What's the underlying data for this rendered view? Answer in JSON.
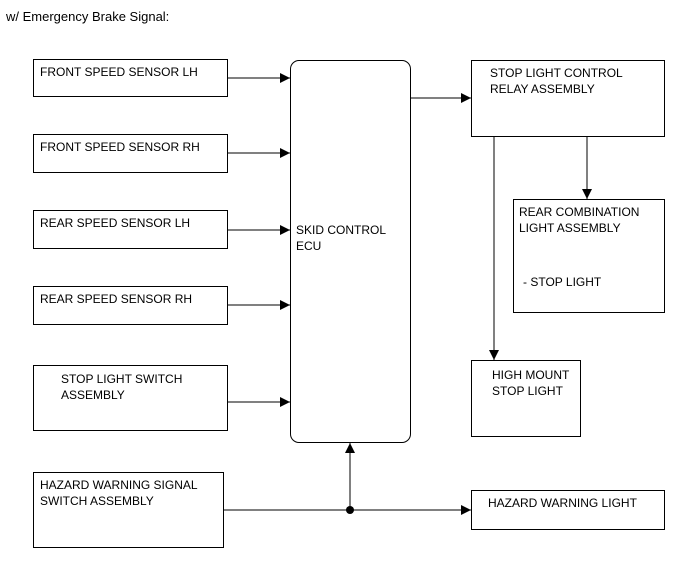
{
  "caption": "w/ Emergency Brake Signal:",
  "inputs": {
    "front_lh": "FRONT SPEED SENSOR LH",
    "front_rh": "FRONT SPEED SENSOR RH",
    "rear_lh": "REAR SPEED SENSOR LH",
    "rear_rh": "REAR SPEED SENSOR RH",
    "stop_switch": [
      "STOP LIGHT SWITCH",
      "ASSEMBLY"
    ],
    "hazard_switch": [
      "HAZARD WARNING SIGNAL",
      "SWITCH ASSEMBLY"
    ]
  },
  "ecu": [
    "SKID CONTROL",
    "ECU"
  ],
  "outputs": {
    "relay": [
      "STOP LIGHT CONTROL",
      "RELAY ASSEMBLY"
    ],
    "rear_combo": [
      "REAR COMBINATION",
      "LIGHT ASSEMBLY",
      "- STOP LIGHT"
    ],
    "high_mount": [
      "HIGH MOUNT",
      "STOP LIGHT"
    ],
    "hazard_light": "HAZARD WARNING LIGHT"
  }
}
